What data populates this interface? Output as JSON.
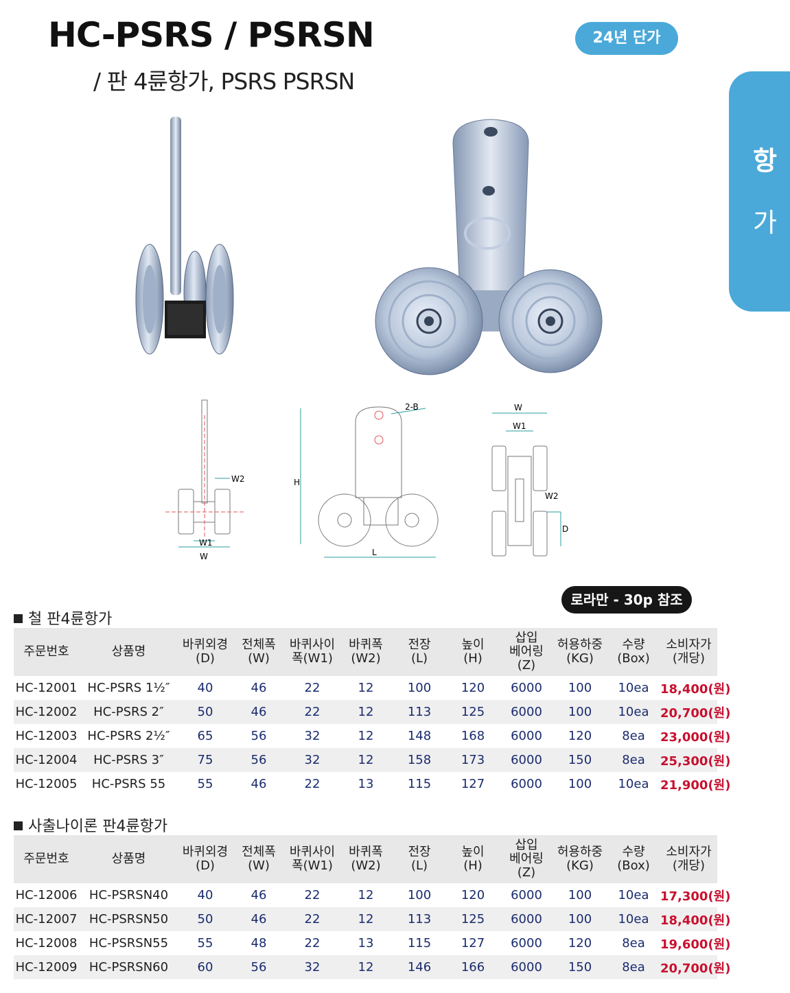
{
  "header": {
    "title": "HC-PSRS / PSRSN",
    "subtitle": "/ 판 4륜항가, PSRS PSRSN",
    "year_badge": "24년 단가"
  },
  "side_tab": {
    "char1": "항",
    "char2": "가"
  },
  "drawing_labels": {
    "w2": "W2",
    "w1": "W1",
    "w": "W",
    "h": "H",
    "l": "L",
    "b": "2-B",
    "d": "D"
  },
  "note_badge": "로라만 - 30p 참조",
  "colors": {
    "accent": "#4aa9d9",
    "price": "#c8102e",
    "numbers": "#1a2b6e"
  },
  "headers": [
    {
      "line1": "주문번호",
      "line2": ""
    },
    {
      "line1": "상품명",
      "line2": ""
    },
    {
      "line1": "바퀴외경",
      "line2": "(D)"
    },
    {
      "line1": "전체폭",
      "line2": "(W)"
    },
    {
      "line1": "바퀴사이",
      "line2": "폭(W1)"
    },
    {
      "line1": "바퀴폭",
      "line2": "(W2)"
    },
    {
      "line1": "전장",
      "line2": "(L)"
    },
    {
      "line1": "높이",
      "line2": "(H)"
    },
    {
      "line1": "삽입",
      "line2": "베어링",
      "line3": "(Z)"
    },
    {
      "line1": "허용하중",
      "line2": "(KG)"
    },
    {
      "line1": "수량",
      "line2": "(Box)"
    },
    {
      "line1": "소비자가",
      "line2": "(개당)"
    }
  ],
  "sections": [
    {
      "title": "철 판4륜항가",
      "rows": [
        [
          "HC-12001",
          "HC-PSRS 1½″",
          "40",
          "46",
          "22",
          "12",
          "100",
          "120",
          "6000",
          "100",
          "10ea",
          "18,400(원)"
        ],
        [
          "HC-12002",
          "HC-PSRS 2″",
          "50",
          "46",
          "22",
          "12",
          "113",
          "125",
          "6000",
          "100",
          "10ea",
          "20,700(원)"
        ],
        [
          "HC-12003",
          "HC-PSRS 2½″",
          "65",
          "56",
          "32",
          "12",
          "148",
          "168",
          "6000",
          "120",
          "8ea",
          "23,000(원)"
        ],
        [
          "HC-12004",
          "HC-PSRS 3″",
          "75",
          "56",
          "32",
          "12",
          "158",
          "173",
          "6000",
          "150",
          "8ea",
          "25,300(원)"
        ],
        [
          "HC-12005",
          "HC-PSRS 55",
          "55",
          "46",
          "22",
          "13",
          "115",
          "127",
          "6000",
          "100",
          "10ea",
          "21,900(원)"
        ]
      ]
    },
    {
      "title": "사출나이론 판4륜항가",
      "rows": [
        [
          "HC-12006",
          "HC-PSRSN40",
          "40",
          "46",
          "22",
          "12",
          "100",
          "120",
          "6000",
          "100",
          "10ea",
          "17,300(원)"
        ],
        [
          "HC-12007",
          "HC-PSRSN50",
          "50",
          "46",
          "22",
          "12",
          "113",
          "125",
          "6000",
          "100",
          "10ea",
          "18,400(원)"
        ],
        [
          "HC-12008",
          "HC-PSRSN55",
          "55",
          "48",
          "22",
          "13",
          "115",
          "127",
          "6000",
          "120",
          "8ea",
          "19,600(원)"
        ],
        [
          "HC-12009",
          "HC-PSRSN60",
          "60",
          "56",
          "32",
          "12",
          "146",
          "166",
          "6000",
          "150",
          "8ea",
          "20,700(원)"
        ]
      ]
    }
  ]
}
